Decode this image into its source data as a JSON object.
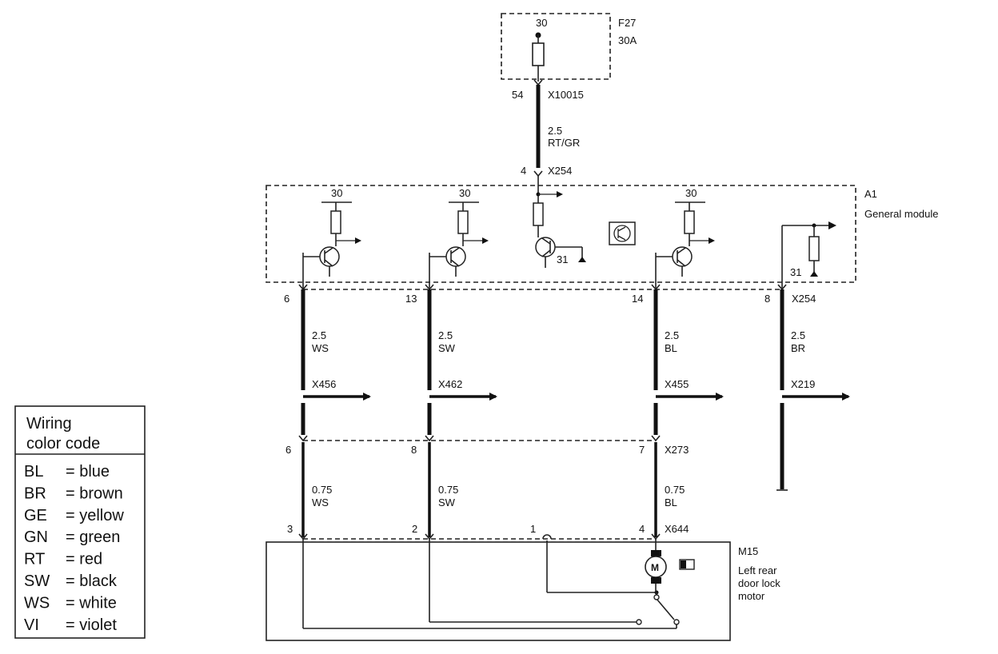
{
  "fuse": {
    "id": "F27",
    "rating": "30A",
    "terminal": "30"
  },
  "connector_top": {
    "pin": "54",
    "name": "X10015"
  },
  "wire_main": {
    "size": "2.5",
    "color": "RT/GR"
  },
  "connector_x254_top": {
    "pin": "4",
    "name": "X254"
  },
  "module": {
    "id": "A1",
    "name": "General module",
    "supply_labels": [
      "30",
      "30",
      "30"
    ],
    "ground_labels": [
      "31",
      "31"
    ]
  },
  "columns": [
    {
      "pin_top": "6",
      "size_top": "2.5",
      "color_top": "WS",
      "branch": "X456",
      "pin_mid": "6",
      "size_bot": "0.75",
      "color_bot": "WS",
      "pin_bot": "3"
    },
    {
      "pin_top": "13",
      "size_top": "2.5",
      "color_top": "SW",
      "branch": "X462",
      "pin_mid": "8",
      "size_bot": "0.75",
      "color_bot": "SW",
      "pin_bot": "2"
    },
    {
      "pin_top": "14",
      "size_top": "2.5",
      "color_top": "BL",
      "branch": "X455",
      "pin_mid": "7",
      "size_bot": "0.75",
      "color_bot": "BL",
      "pin_bot": "4"
    },
    {
      "pin_top": "8",
      "size_top": "2.5",
      "color_top": "BR",
      "branch": "X219"
    }
  ],
  "connector_x254_bottom": "X254",
  "connector_x273": "X273",
  "connector_x644": {
    "name": "X644",
    "pin_extra": "1"
  },
  "motor": {
    "id": "M15",
    "line1": "Left rear",
    "line2": "door lock",
    "line3": "motor",
    "symbol": "M"
  },
  "legend": {
    "title1": "Wiring",
    "title2": "color code",
    "rows": [
      {
        "code": "BL",
        "meaning": "= blue"
      },
      {
        "code": "BR",
        "meaning": "= brown"
      },
      {
        "code": "GE",
        "meaning": "= yellow"
      },
      {
        "code": "GN",
        "meaning": "= green"
      },
      {
        "code": "RT",
        "meaning": "= red"
      },
      {
        "code": "SW",
        "meaning": "= black"
      },
      {
        "code": "WS",
        "meaning": "= white"
      },
      {
        "code": "VI",
        "meaning": "= violet"
      }
    ]
  }
}
